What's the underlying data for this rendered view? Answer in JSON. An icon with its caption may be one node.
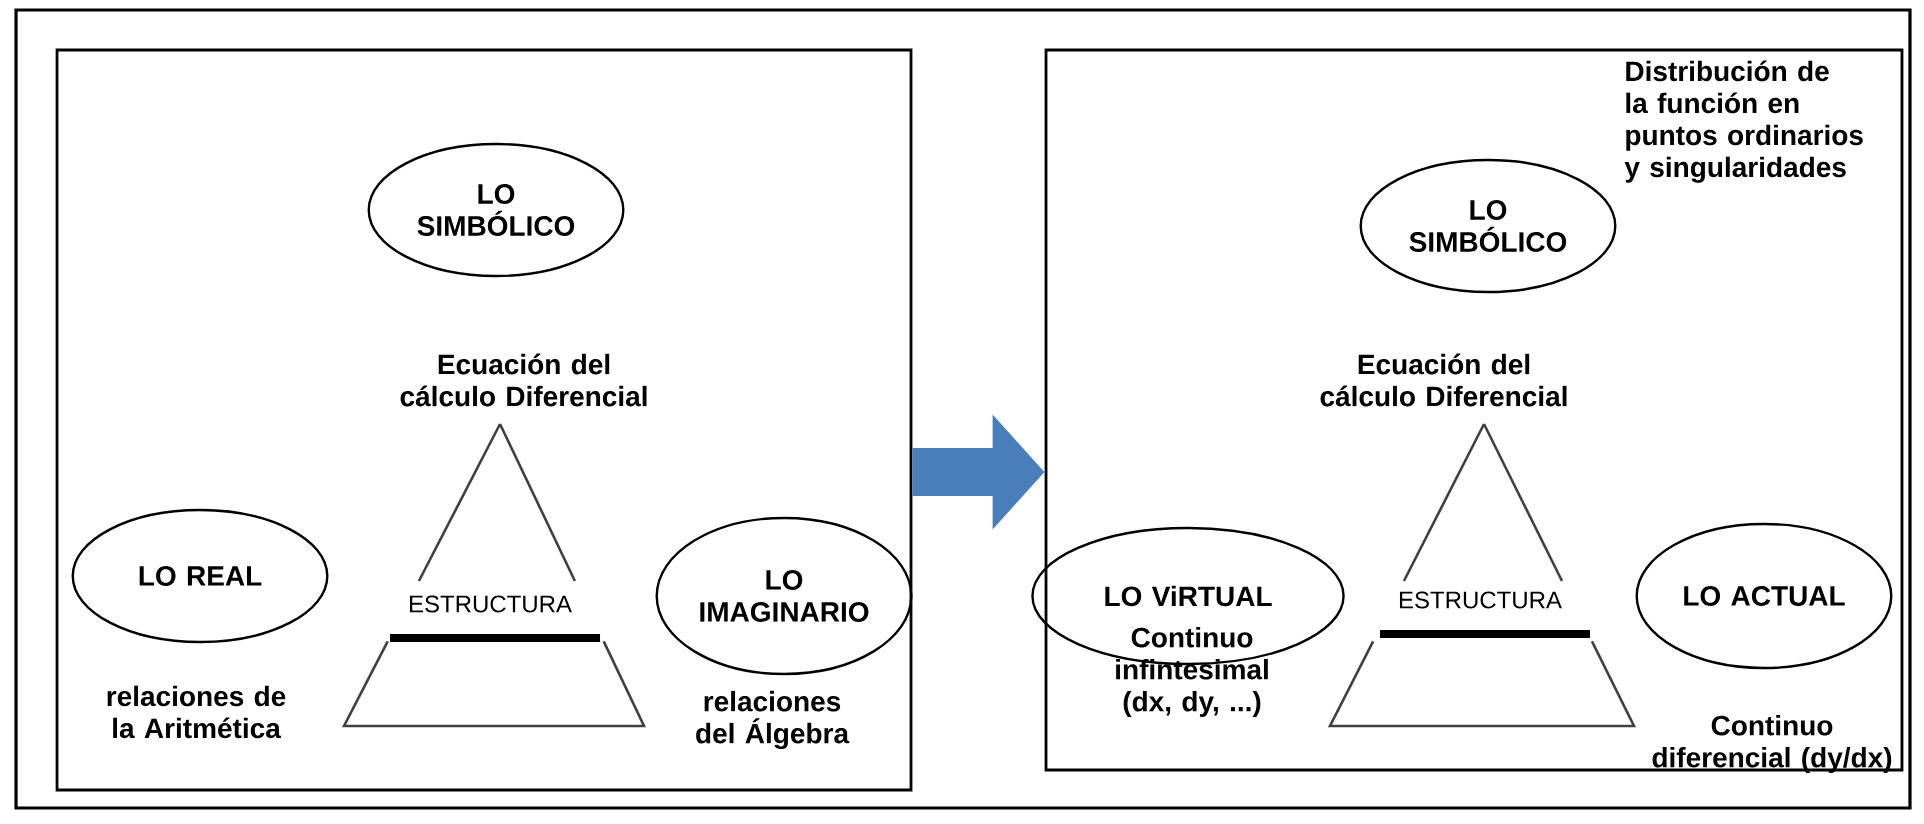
{
  "diagram": {
    "nodes": [
      {
        "text": [],
        "shape": "box"
      },
      {
        "text": [
          "LO SIMBÓLICO"
        ],
        "in": 0
      },
      {
        "text": [
          "LO REAL"
        ],
        "in": 0,
        "beside": [
          "relaciones de la Aritmética"
        ]
      },
      {
        "text": [
          "LO IMAGINARIO"
        ],
        "in": 0,
        "beside": [
          "relaciones del Álgebra"
        ]
      },
      {
        "text": [
          "ESTRUCTURA"
        ],
        "in": 0
      },
      {
        "text": [],
        "shape": "box"
      },
      {
        "text": [
          "LO SIMBÓLICO"
        ],
        "in": 5,
        "beside": [
          "Distribución de la función en puntos ordinarios y singularidades"
        ]
      },
      {
        "text": [
          "LO ViRTUAL"
        ],
        "in": 5,
        "beside": [
          "Continuo infintesimal (dx, dy, ...)"
        ]
      },
      {
        "text": [
          "LO ACTUAL"
        ],
        "in": 5
      },
      {
        "text": [
          "ESTRUCTURA"
        ],
        "in": 5
      }
    ],
    "edges": [
      {
        "from": 0,
        "to": 5,
        "arrow": "to"
      }
    ],
    "labels": [
      "Ecuación del cálculo Diferencial",
      "Ecuación del cálculo Diferencial",
      "Continuo diferencial (dy/dx)"
    ]
  }
}
